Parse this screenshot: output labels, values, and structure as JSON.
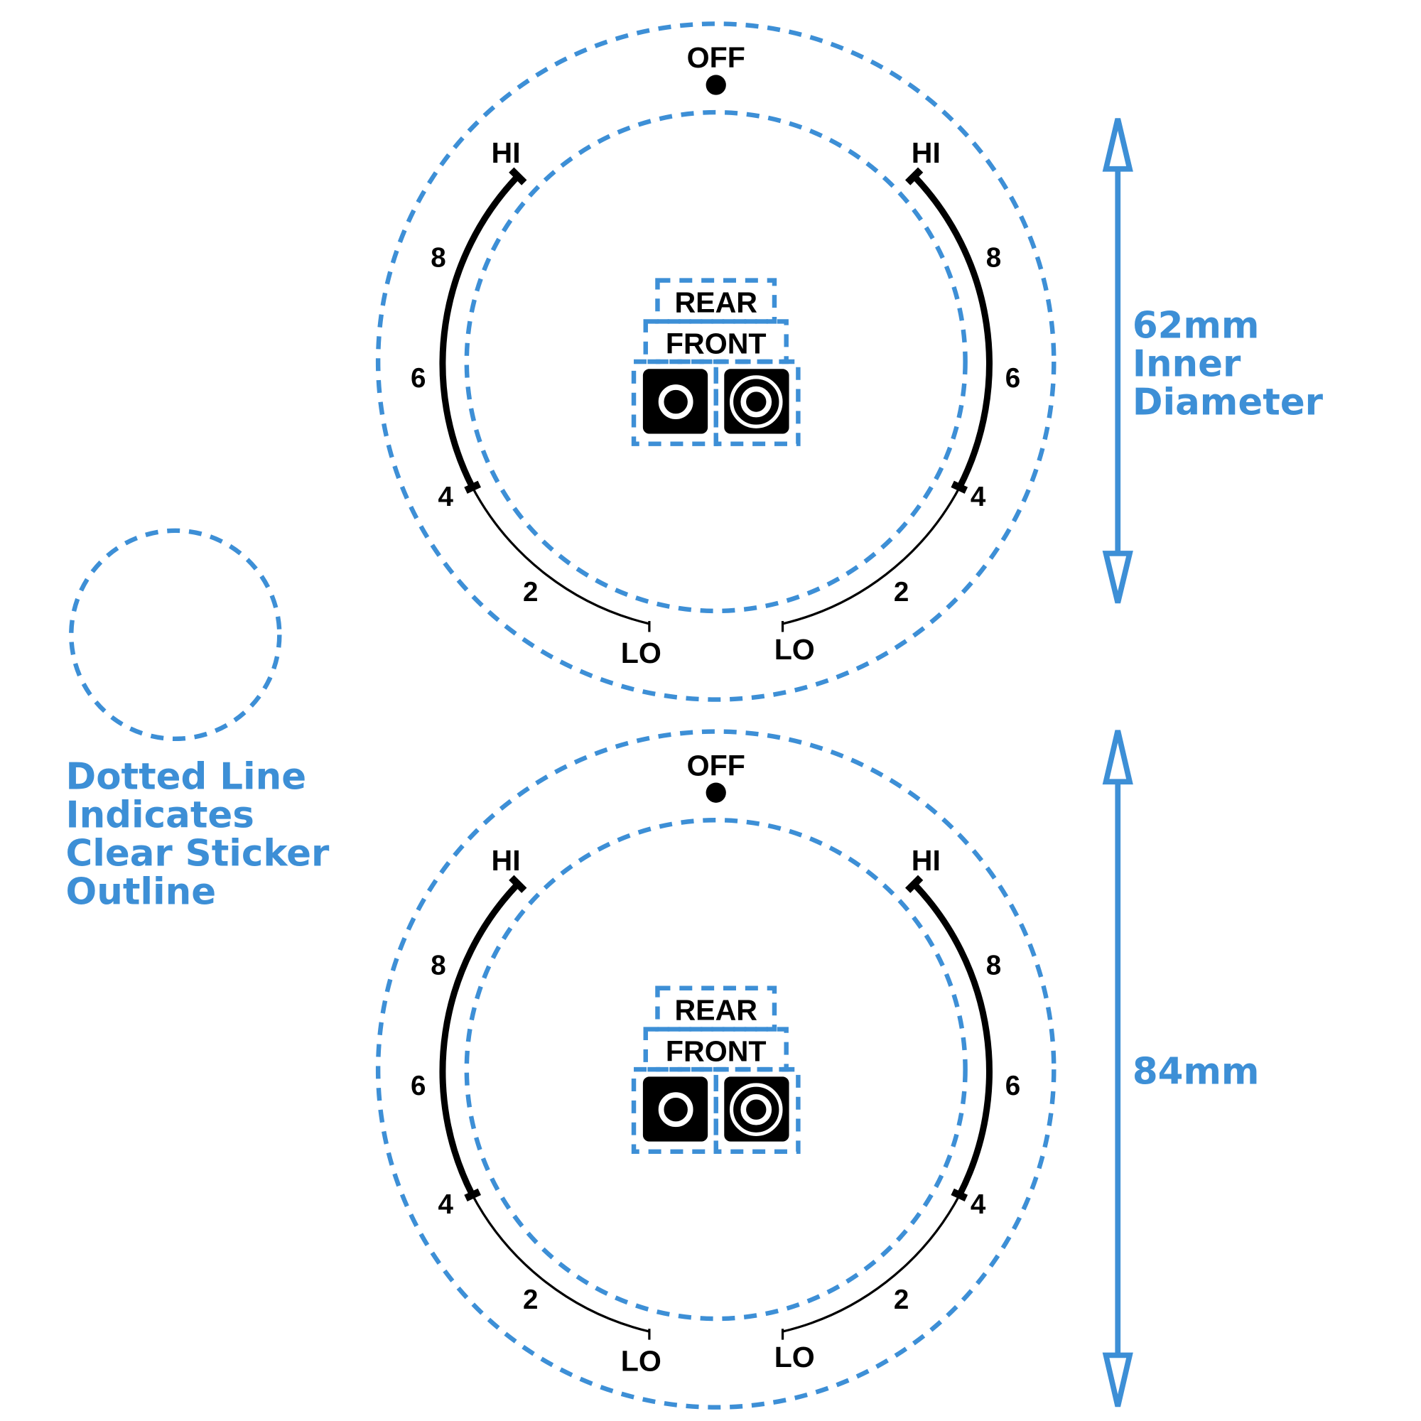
{
  "colors": {
    "accent": "#3d8fd6",
    "ink": "#000000"
  },
  "dials": [
    {
      "off_label": "OFF",
      "left": {
        "hi": "HI",
        "marks": [
          "8",
          "6",
          "4",
          "2"
        ],
        "lo": "LO"
      },
      "right": {
        "hi": "HI",
        "marks": [
          "8",
          "6",
          "4",
          "2"
        ],
        "lo": "LO"
      },
      "center": {
        "rear": "REAR",
        "front": "FRONT",
        "icons": [
          "single-burner-icon",
          "dual-burner-icon"
        ]
      }
    },
    {
      "off_label": "OFF",
      "left": {
        "hi": "HI",
        "marks": [
          "8",
          "6",
          "4",
          "2"
        ],
        "lo": "LO"
      },
      "right": {
        "hi": "HI",
        "marks": [
          "8",
          "6",
          "4",
          "2"
        ],
        "lo": "LO"
      },
      "center": {
        "rear": "REAR",
        "front": "FRONT",
        "icons": [
          "single-burner-icon",
          "dual-burner-icon"
        ]
      }
    }
  ],
  "legend": {
    "lines": [
      "Dotted Line",
      "Indicates",
      "Clear Sticker",
      "Outline"
    ]
  },
  "dimensions": {
    "inner": [
      "62mm",
      "Inner",
      "Diameter"
    ],
    "outer": [
      "84mm"
    ]
  }
}
